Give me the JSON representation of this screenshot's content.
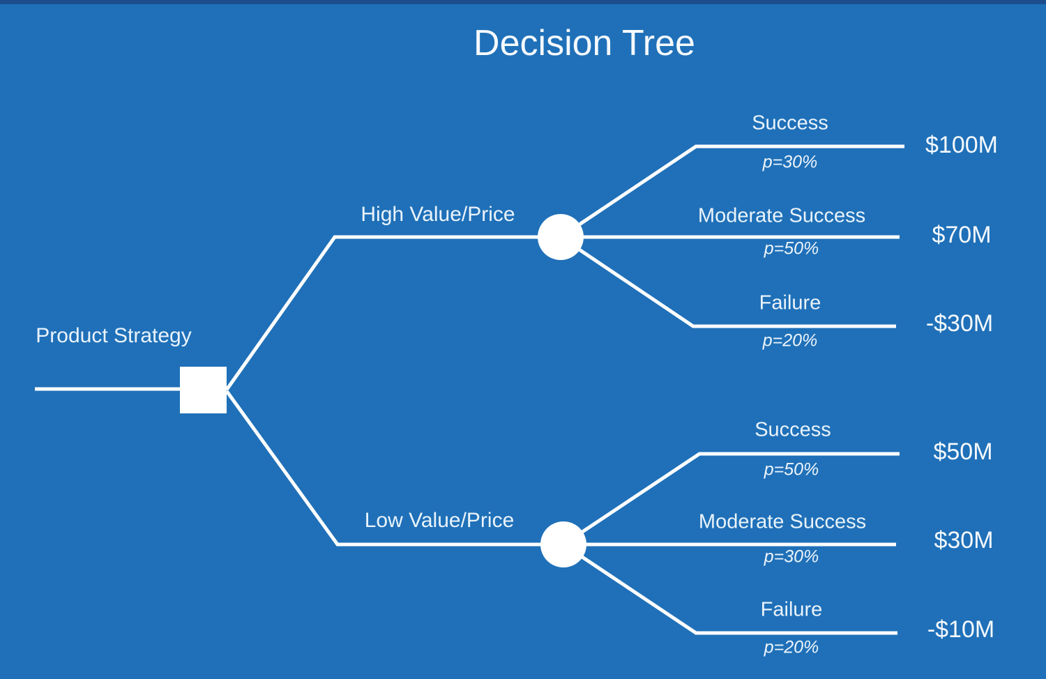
{
  "title": "Decision Tree",
  "colors": {
    "background": "#1f70b8",
    "top_strip": "#1d4d8c",
    "line": "#ffffff",
    "text": "#f2f7fc"
  },
  "root": {
    "label": "Product Strategy"
  },
  "branches": [
    {
      "label": "High Value/Price",
      "outcomes": [
        {
          "label": "Success",
          "probability": "p=30%",
          "payoff": "$100M"
        },
        {
          "label": "Moderate Success",
          "probability": "p=50%",
          "payoff": "$70M"
        },
        {
          "label": "Failure",
          "probability": "p=20%",
          "payoff": "-$30M"
        }
      ]
    },
    {
      "label": "Low Value/Price",
      "outcomes": [
        {
          "label": "Success",
          "probability": "p=50%",
          "payoff": "$50M"
        },
        {
          "label": "Moderate Success",
          "probability": "p=30%",
          "payoff": "$30M"
        },
        {
          "label": "Failure",
          "probability": "p=20%",
          "payoff": "-$10M"
        }
      ]
    }
  ]
}
